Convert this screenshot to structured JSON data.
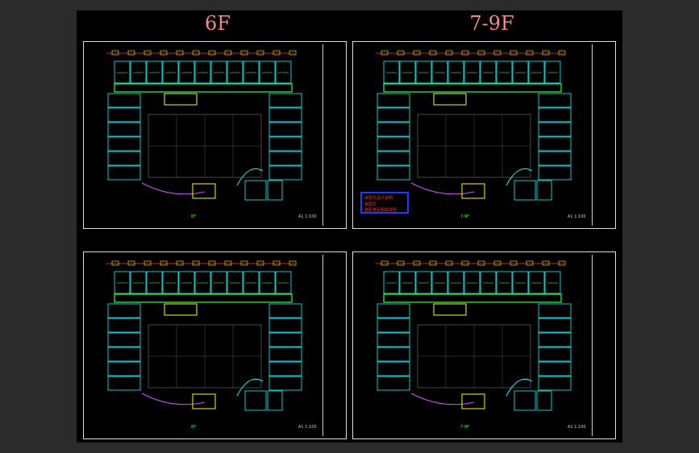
{
  "floors": [
    "6F",
    "7-9F"
  ],
  "colors": {
    "background": "#2b2b2b",
    "canvas": "#000000",
    "label": "#f08a8a",
    "stamp_border": "#1a3cff",
    "stamp_text": "#ff2a2a",
    "wall": "#00ffff",
    "wire": "#33ff33",
    "dim": "#ff3333",
    "fixture": "#ffff00"
  },
  "sheets": [
    {
      "title": "6F",
      "scale": "A1 1:100"
    },
    {
      "title": "7-9F",
      "scale": "A1 1:100",
      "stamp": [
        "装配式设计说明",
        "装配式",
        "装配率及相关说明"
      ]
    },
    {
      "title": "6F",
      "scale": "A1 1:100"
    },
    {
      "title": "7-9F",
      "scale": "A1 1:100"
    }
  ]
}
